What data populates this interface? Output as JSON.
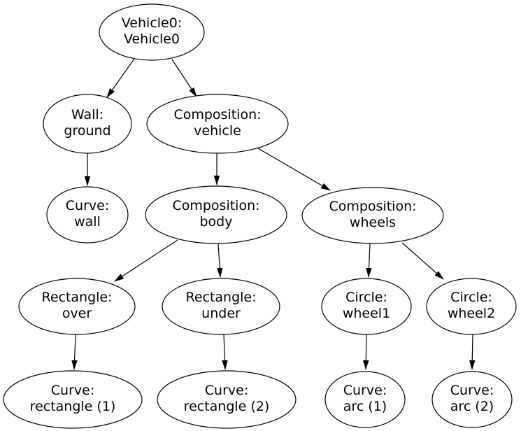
{
  "diagram": {
    "type": "directed-graph-tree",
    "background_color": "#ffffff",
    "node_fill_color": "#ffffff",
    "node_stroke_color": "#000000",
    "edge_color": "#000000",
    "text_color": "#000000",
    "nodes": {
      "vehicle0": {
        "line1": "Vehicle0:",
        "line2": "Vehicle0"
      },
      "wall_ground": {
        "line1": "Wall:",
        "line2": "ground"
      },
      "composition_vehicle": {
        "line1": "Composition:",
        "line2": "vehicle"
      },
      "curve_wall": {
        "line1": "Curve:",
        "line2": "wall"
      },
      "composition_body": {
        "line1": "Composition:",
        "line2": "body"
      },
      "composition_wheels": {
        "line1": "Composition:",
        "line2": "wheels"
      },
      "rectangle_over": {
        "line1": "Rectangle:",
        "line2": "over"
      },
      "rectangle_under": {
        "line1": "Rectangle:",
        "line2": "under"
      },
      "circle_wheel1": {
        "line1": "Circle:",
        "line2": "wheel1"
      },
      "circle_wheel2": {
        "line1": "Circle:",
        "line2": "wheel2"
      },
      "curve_rectangle1": {
        "line1": "Curve:",
        "line2": "rectangle (1)"
      },
      "curve_rectangle2": {
        "line1": "Curve:",
        "line2": "rectangle (2)"
      },
      "curve_arc1": {
        "line1": "Curve:",
        "line2": "arc (1)"
      },
      "curve_arc2": {
        "line1": "Curve:",
        "line2": "arc (2)"
      }
    },
    "edges": [
      {
        "from": "vehicle0",
        "to": "wall_ground"
      },
      {
        "from": "vehicle0",
        "to": "composition_vehicle"
      },
      {
        "from": "wall_ground",
        "to": "curve_wall"
      },
      {
        "from": "composition_vehicle",
        "to": "composition_body"
      },
      {
        "from": "composition_vehicle",
        "to": "composition_wheels"
      },
      {
        "from": "composition_body",
        "to": "rectangle_over"
      },
      {
        "from": "composition_body",
        "to": "rectangle_under"
      },
      {
        "from": "composition_wheels",
        "to": "circle_wheel1"
      },
      {
        "from": "composition_wheels",
        "to": "circle_wheel2"
      },
      {
        "from": "rectangle_over",
        "to": "curve_rectangle1"
      },
      {
        "from": "rectangle_under",
        "to": "curve_rectangle2"
      },
      {
        "from": "circle_wheel1",
        "to": "curve_arc1"
      },
      {
        "from": "circle_wheel2",
        "to": "curve_arc2"
      }
    ]
  }
}
